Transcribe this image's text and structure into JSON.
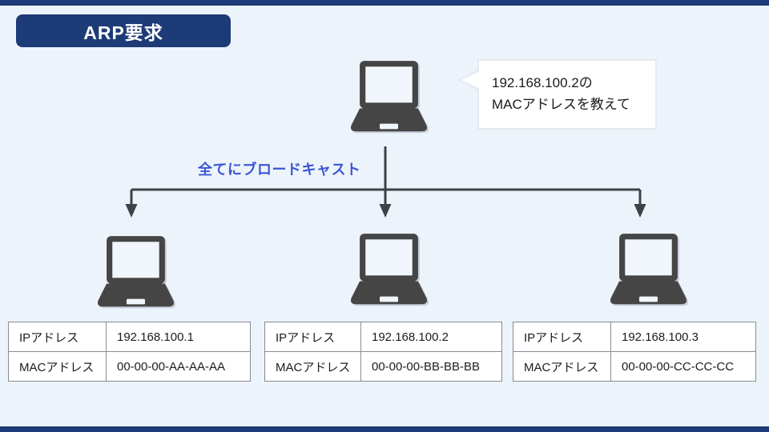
{
  "page": {
    "background_color": "#edf3fb",
    "frame_bar_color": "#1d3b76",
    "arrow_color": "#3f4245",
    "laptop_color": "#454545"
  },
  "title_badge": {
    "label": "ARP要求",
    "bg_color": "#1d3b76",
    "text_color": "#ffffff"
  },
  "requester": {
    "bubble_line1": "192.168.100.2の",
    "bubble_line2": "MACアドレスを教えて"
  },
  "broadcast": {
    "label": "全てにブロードキャスト",
    "color": "#3a56d4"
  },
  "hosts": [
    {
      "ip_label": "IPアドレス",
      "ip_value": "192.168.100.1",
      "mac_label": "MACアドレス",
      "mac_value": "00-00-00-AA-AA-AA"
    },
    {
      "ip_label": "IPアドレス",
      "ip_value": "192.168.100.2",
      "mac_label": "MACアドレス",
      "mac_value": "00-00-00-BB-BB-BB"
    },
    {
      "ip_label": "IPアドレス",
      "ip_value": "192.168.100.3",
      "mac_label": "MACアドレス",
      "mac_value": "00-00-00-CC-CC-CC"
    }
  ]
}
